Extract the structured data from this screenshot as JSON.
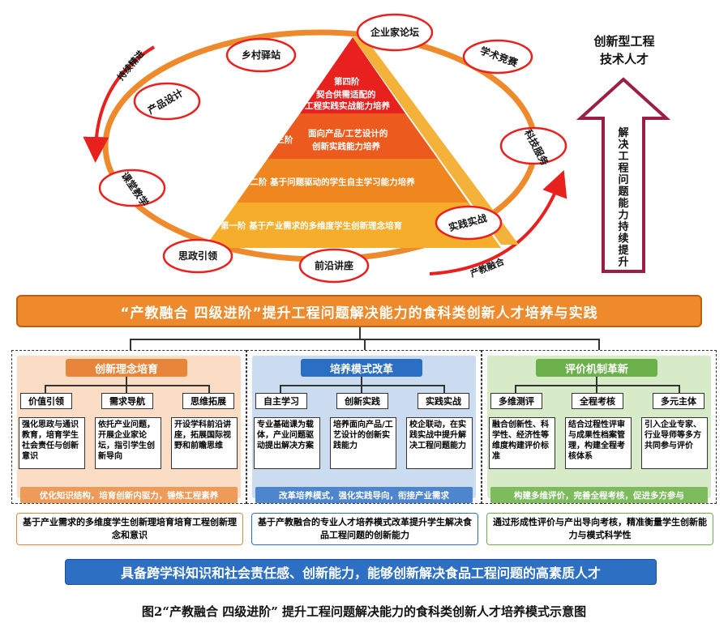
{
  "diagram": {
    "cycle_nodes": {
      "top": "企业家论坛",
      "village": "乡村驿站",
      "competition": "学术竞赛",
      "product_design": "产品设计",
      "tech_service": "科技服务",
      "classroom": "课堂教学",
      "practice": "实践实战",
      "ideology": "思政引领",
      "lecture": "前沿讲座"
    },
    "arrow_labels": {
      "left": "持续精进",
      "right": "产教融合"
    },
    "pyramid": {
      "tier4_label": "第四阶",
      "tier4_line1": "契合供需适配的",
      "tier4_line2": "工程实践实战能力培养",
      "tier3_label": "第三阶",
      "tier3_line1": "面向产品/工艺设计的",
      "tier3_line2": "创新实践能力培养",
      "tier2": "第二阶 基于问题驱动的学生自主学习能力培养",
      "tier1": "第一阶 基于产业需求的多维度学生创新理念培育"
    },
    "goal_title_line1": "创新型工程",
    "goal_title_line2": "技术人才",
    "arrow_vertical_chars": [
      "解",
      "决",
      "工",
      "程",
      "问",
      "题",
      "能",
      "力",
      "持",
      "续",
      "提",
      "升"
    ]
  },
  "banner": "“产教融合 四级进阶”提升工程问题解决能力的食科类创新人才培养与实践",
  "panels": [
    {
      "title": "创新理念培育",
      "subs": [
        "价值引领",
        "需求导航",
        "思维拓展"
      ],
      "descs": [
        "强化思政与通识教育，培育学生社会责任与创新意识",
        "依托产业问题，开展企业家论坛，指引学生创新导向",
        "开设学科前沿讲座，拓展国际视野和前瞻思维"
      ],
      "footer": "优化知识结构，培育创新内驱力，锤炼工程素养",
      "summary": "基于产业需求的多维度学生创新理培育培育工程创新理念和意识"
    },
    {
      "title": "培养模式改革",
      "subs": [
        "自主学习",
        "创新实践",
        "实践实战"
      ],
      "descs": [
        "专业基础课为载体，产业问题驱动提出解决方案",
        "培养面向产品/工艺设计的创新实践能力",
        "校企联动，在实践实战中提升解决工程问题能力"
      ],
      "footer": "改革培养模式，强化实践导向，衔接产业需求",
      "summary": "基于产教融合的专业人才培养模式改革提升学生解决食品工程问题的创新能力"
    },
    {
      "title": "评价机制革新",
      "subs": [
        "多维测评",
        "全程考核",
        "多元主体"
      ],
      "descs": [
        "融合创新性、科学性、经济性等维度构建评价标准",
        "结合过程性评审与成果性档案管理，构建全程考核体系",
        "引入企业专家、行业导师等多方共同参与评价"
      ],
      "footer": "构建多维评价，完善全程考核，促进多方参与",
      "summary": "通过形成性评价与产出导向考核，精准衡量学生创新能力与模式科学性"
    }
  ],
  "final": "具备跨学科知识和社会责任感、创新能力，能够创新解决食品工程问题的高素质人才",
  "caption": "图2“产教融合 四级进阶” 提升工程问题解决能力的食科类创新人才培养模式示意图",
  "colors": {
    "orange": "#ee8a2c",
    "blue": "#2d6fc2",
    "green": "#6bb04a",
    "red": "#e8211f",
    "maroon": "#9b1e45"
  }
}
